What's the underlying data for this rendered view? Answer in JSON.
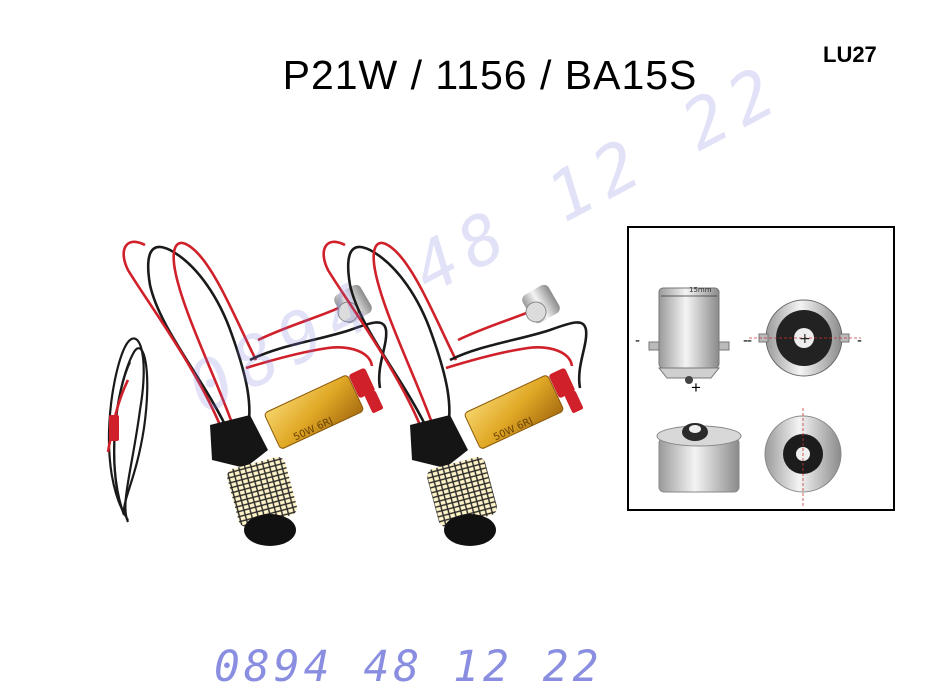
{
  "title": "P21W / 1156 / BA15S",
  "code": "LU27",
  "phone": "0894 48 12 22",
  "watermark": "0894 48 12 22",
  "diagram": {
    "dimension_label": "15mm",
    "minus_label": "-",
    "plus_label": "+"
  },
  "resistor_label": "50W 6RJ",
  "colors": {
    "wire_red": "#d0202a",
    "wire_black": "#1a1a1a",
    "resistor_gold": "#e0a825",
    "phone": "#8a8ee0"
  }
}
